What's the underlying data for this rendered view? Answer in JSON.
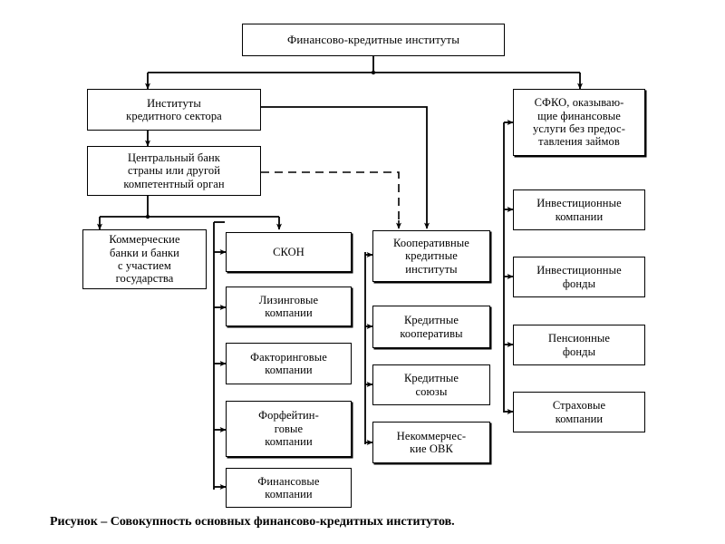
{
  "figure": {
    "caption": "Рисунок – Совокупность основных финансово-кредитных институтов.",
    "root": "Финансово-кредитные институты"
  },
  "nodes": {
    "root": "Финансово-кредитные институты",
    "credit_sector": "Институты\nкредитного сектора",
    "central_bank": "Центральный банк\nстраны или другой\nкомпетентный орган",
    "sfko": "СФКО, оказываю-\nщие финансовые\nуслуги без предос-\nтавления займов"
  },
  "columns": {
    "col1": {
      "name": "commercial-banks-column",
      "items": [
        {
          "label": "Коммерческие\nбанки и банки\nс участием\nгосударства"
        }
      ]
    },
    "col2": {
      "name": "skon-column",
      "items": [
        {
          "label": "СКОН"
        },
        {
          "label": "Лизинговые\nкомпании"
        },
        {
          "label": "Факторинговые\nкомпании"
        },
        {
          "label": "Форфейтин-\nговые\nкомпании"
        },
        {
          "label": "Финансовые\nкомпании"
        }
      ]
    },
    "col3": {
      "name": "cooperative-credit-column",
      "items": [
        {
          "label": "Кооперативные\nкредитные\nинституты"
        },
        {
          "label": "Кредитные\nкооперативы"
        },
        {
          "label": "Кредитные\nсоюзы"
        },
        {
          "label": "Некоммерчес-\nкие ОВК"
        }
      ]
    },
    "col4": {
      "name": "sfko-column",
      "items": [
        {
          "label": "СФКО, оказываю-\nщие финансовые\nуслуги без предос-\nтавления займов"
        },
        {
          "label": "Инвестиционные\nкомпании"
        },
        {
          "label": "Инвестиционные\nфонды"
        },
        {
          "label": "Пенсионные\nфонды"
        },
        {
          "label": "Страховые\nкомпании"
        }
      ]
    }
  },
  "colors": {
    "line": "#000000",
    "box_fill": "#ffffff",
    "text": "#000000"
  }
}
